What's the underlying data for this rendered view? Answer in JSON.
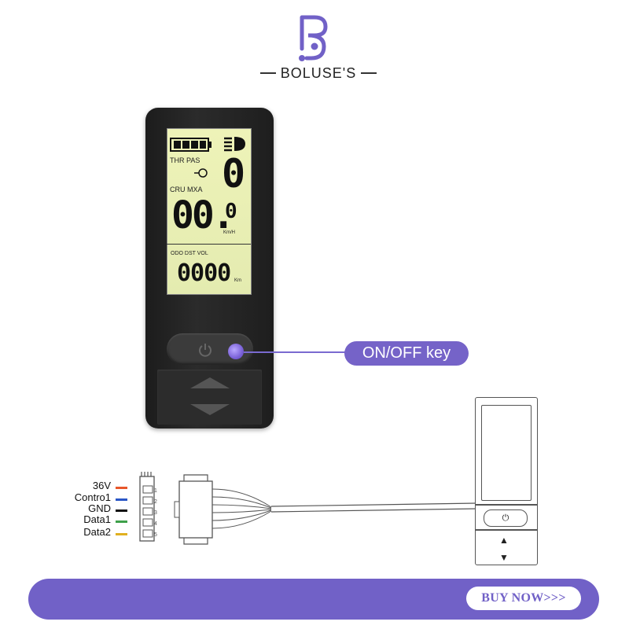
{
  "brand": {
    "name": "BOLUSE'S",
    "accent": "#7161c7"
  },
  "lcd": {
    "battery_icon": "battery-full-icon",
    "headlight_icon": "headlight-icon",
    "mode_labels_top": "THR PAS",
    "mode_labels_bottom": "CRU MXA",
    "assist_level": "0",
    "speed_main": "00.",
    "speed_decimal": "0",
    "speed_unit": "Km/H",
    "info_labels": "ODO DST VOL",
    "odometer": "0000",
    "odometer_unit": "Km"
  },
  "callout": {
    "label": "ON/OFF key"
  },
  "wires": [
    {
      "label": "36V",
      "color": "#e8572a"
    },
    {
      "label": "Contro1",
      "color": "#2a56c6"
    },
    {
      "label": "GND",
      "color": "#111111"
    },
    {
      "label": "Data1",
      "color": "#3ea04a"
    },
    {
      "label": "Data2",
      "color": "#e0b020"
    }
  ],
  "connector_pins": [
    "1",
    "2",
    "3",
    "4",
    "5"
  ],
  "mini_device": {
    "power_symbol": "⏻",
    "up_symbol": "▲",
    "down_symbol": "▼"
  },
  "banner": {
    "button_label": "BUY NOW>>>"
  }
}
